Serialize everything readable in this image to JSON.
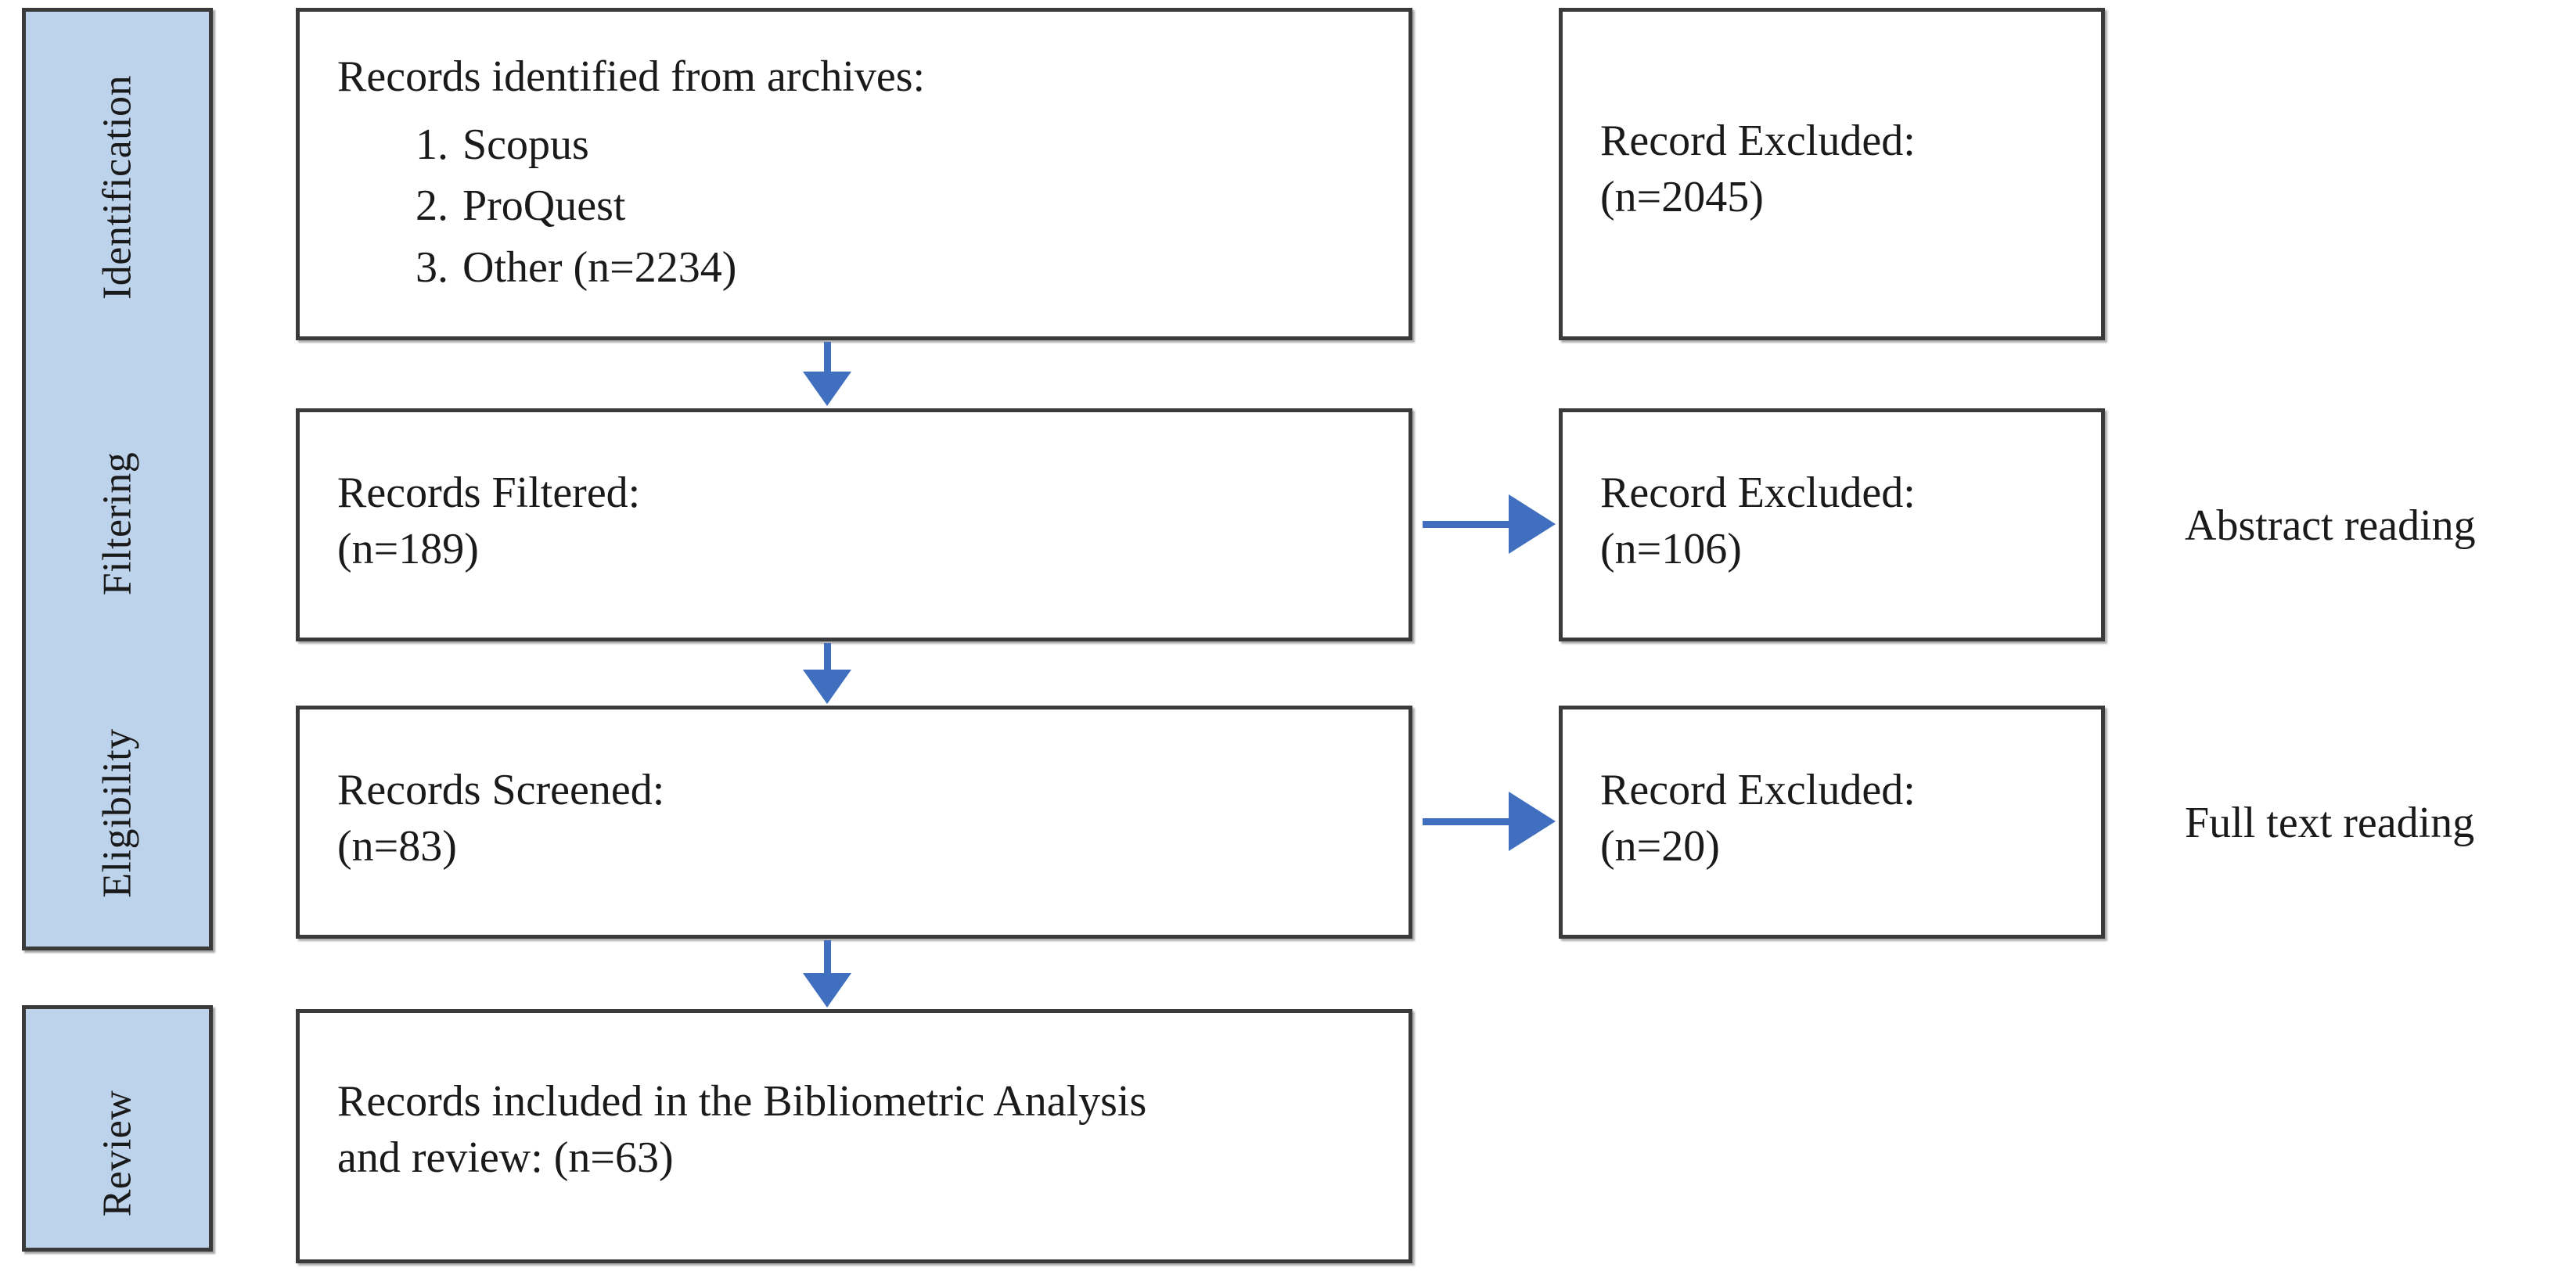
{
  "diagram": {
    "type": "prisma-flow-diagram",
    "accent_color": "#3f6fbe",
    "stage_band_color": "#bdd3ec",
    "border_color": "#3a3a3a"
  },
  "stages": [
    {
      "id": "identification",
      "label": "Identification"
    },
    {
      "id": "filtering",
      "label": "Filtering"
    },
    {
      "id": "eligibility",
      "label": "Eligibility"
    },
    {
      "id": "review",
      "label": "Review"
    }
  ],
  "main_boxes": [
    {
      "id": "records-identified",
      "heading": "Records identified from archives:",
      "items": [
        {
          "num": "1.",
          "value": "Scopus"
        },
        {
          "num": "2.",
          "value": "ProQuest"
        },
        {
          "num": "3.",
          "value": "Other (n=2234)"
        }
      ]
    },
    {
      "id": "records-filtered",
      "line1": "Records Filtered:",
      "line2": "(n=189)"
    },
    {
      "id": "records-screened",
      "line1": "Records Screened:",
      "line2": "(n=83)"
    },
    {
      "id": "records-included",
      "line1": "Records included in the Bibliometric Analysis",
      "line2": "and review: (n=63)"
    }
  ],
  "excluded_boxes": [
    {
      "id": "excluded-identification",
      "line1": "Record Excluded:",
      "line2": "(n=2045)",
      "note": ""
    },
    {
      "id": "excluded-filtering",
      "line1": "Record Excluded:",
      "line2": "(n=106)",
      "note": "Abstract reading"
    },
    {
      "id": "excluded-eligibility",
      "line1": "Record Excluded:",
      "line2": "(n=20)",
      "note": "Full text reading"
    }
  ],
  "counts": {
    "identified_other": 2234,
    "excluded_identification": 2045,
    "filtered": 189,
    "excluded_filtering": 106,
    "screened": 83,
    "excluded_eligibility": 20,
    "included": 63
  }
}
